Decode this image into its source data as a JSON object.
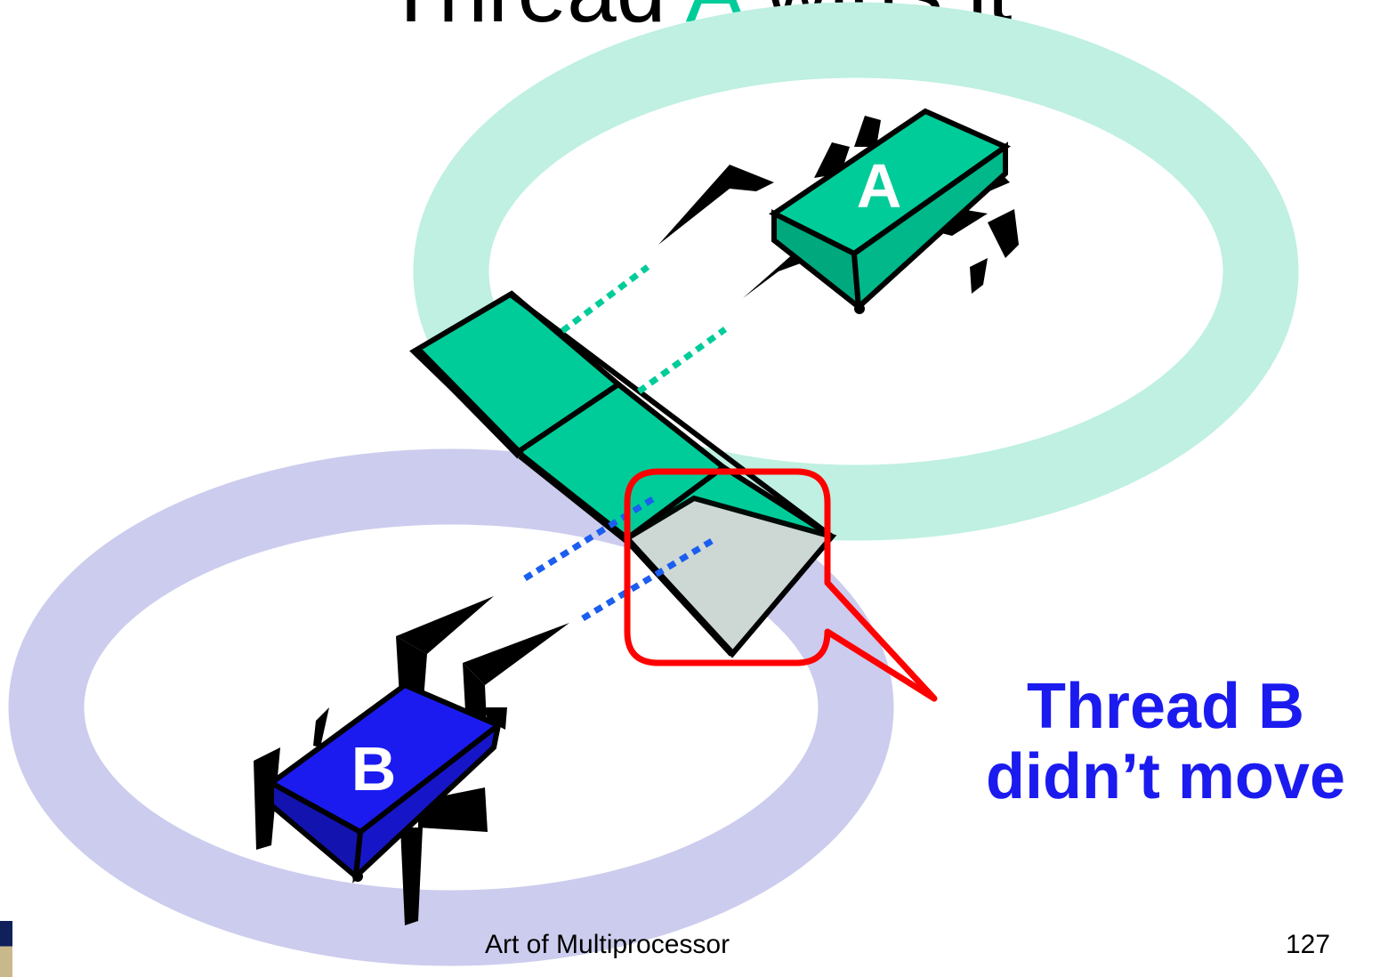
{
  "title": {
    "prefix": "Thread ",
    "highlight": "A",
    "suffix": " wins it"
  },
  "labels": {
    "bug_a": "A",
    "bug_b": "B"
  },
  "callout": {
    "line1": "Thread B",
    "line2": "didn’t move"
  },
  "footer": {
    "left": "Art of Multiprocessor",
    "page_number": "127"
  },
  "colors": {
    "thread_a": "#00cc99",
    "thread_a_ring": "#bff0e2",
    "thread_b": "#1b1bf0",
    "thread_b_ring": "#ccccee",
    "callout_border": "#ff0000",
    "empty_cell": "#d9d9d9"
  }
}
